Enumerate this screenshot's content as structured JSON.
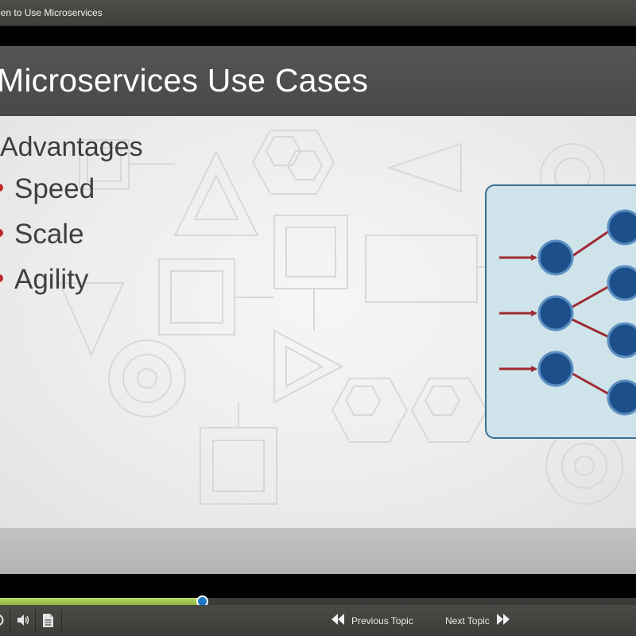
{
  "window": {
    "title": "hen to Use Microservices"
  },
  "slide": {
    "title": "Microservices Use Cases",
    "heading": "Advantages",
    "bullets": [
      {
        "label": "Speed"
      },
      {
        "label": "Scale"
      },
      {
        "label": "Agility"
      }
    ],
    "diagram": {
      "panel_fill": "#cfe3ea",
      "panel_border": "#3b6f8f",
      "node_color": "#1d4f8a",
      "arrow_color": "#9e2b31"
    }
  },
  "player": {
    "progress_fraction": 0.318,
    "progress_color": "#9cc44a",
    "controls": {
      "replay_icon": "replay-icon",
      "volume_icon": "volume-icon",
      "notes_icon": "notes-icon"
    },
    "nav": {
      "previous_label": "Previous Topic",
      "next_label": "Next Topic",
      "previous_icon": "double-chevron-left-icon",
      "next_icon": "double-chevron-right-icon"
    }
  },
  "colors": {
    "bullet_accent": "#c0282a",
    "header_bg": "#4e4e4c",
    "title_text": "#ffffff"
  }
}
